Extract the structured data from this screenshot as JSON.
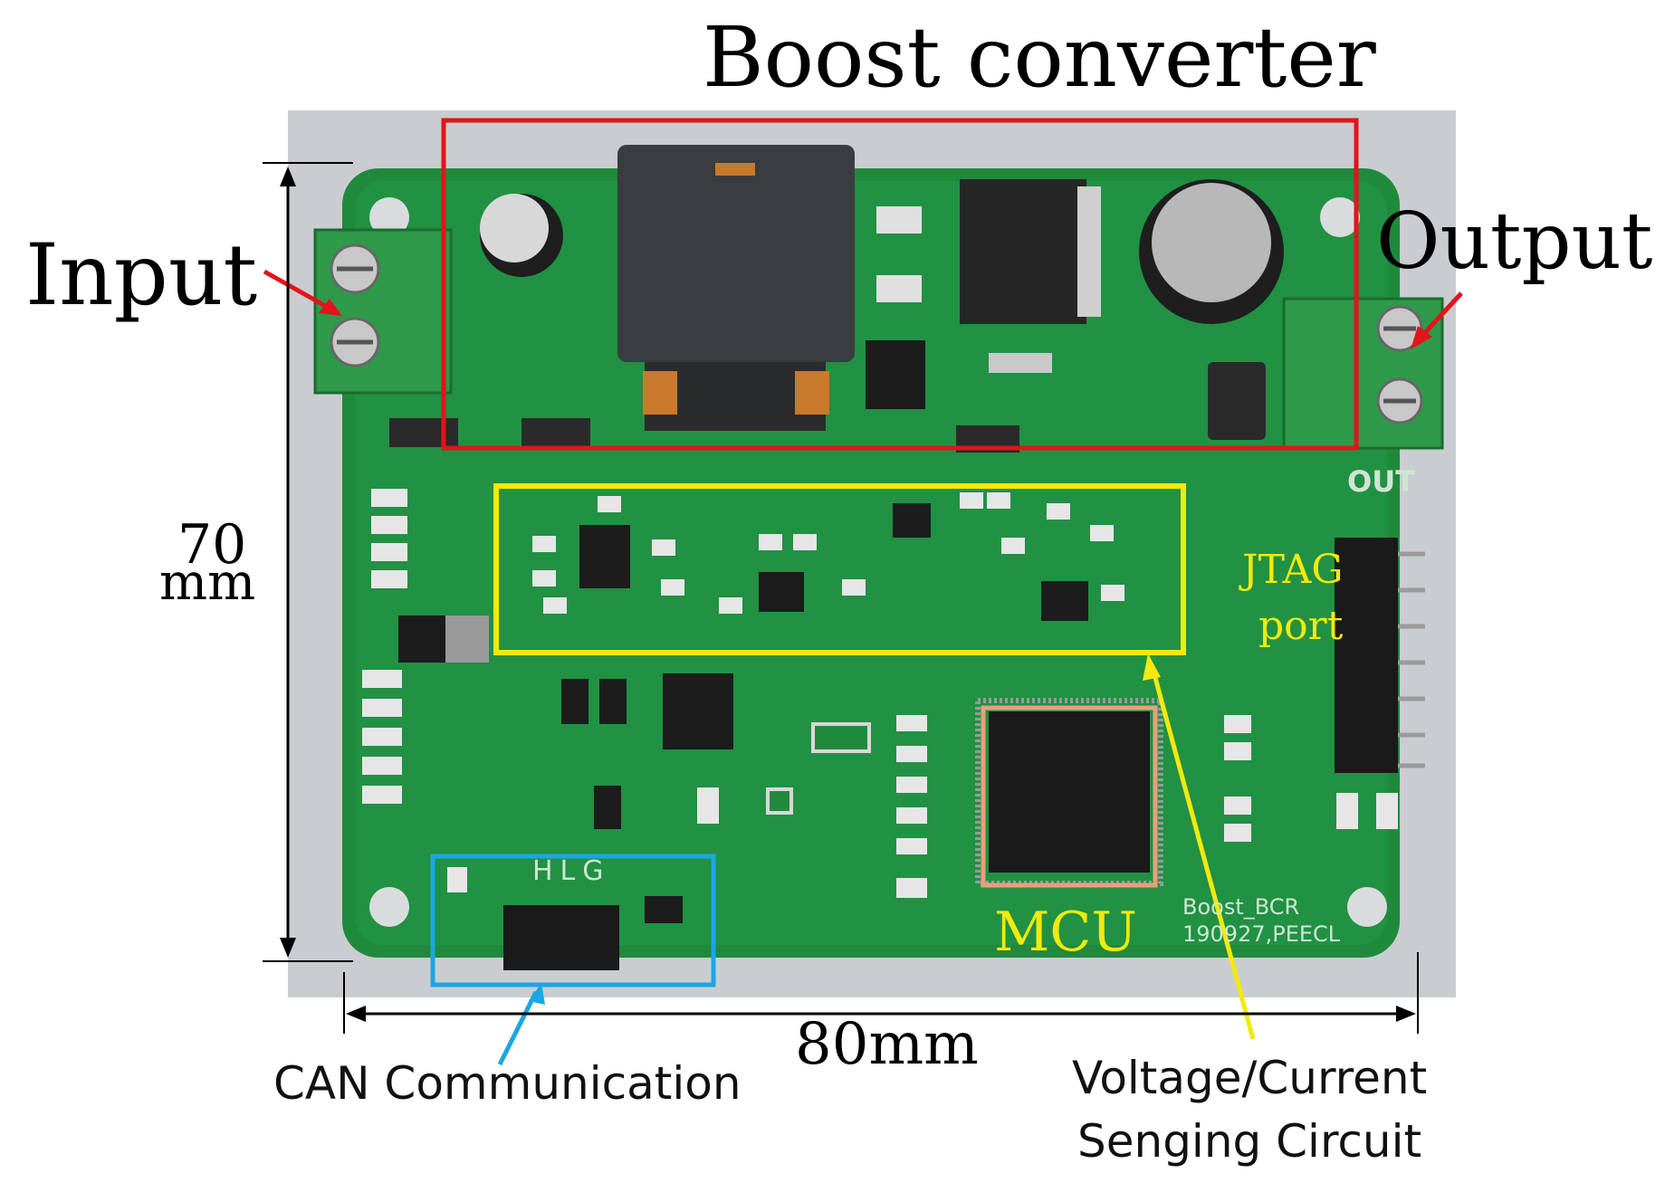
{
  "figure": {
    "title": "Boost converter",
    "labels": {
      "input": "Input",
      "output": "Output",
      "height_value": "70",
      "height_unit": "mm",
      "width": "80mm",
      "jtag_line1": "JTAG",
      "jtag_line2": "port",
      "mcu": "MCU",
      "can": "CAN Communication",
      "sensing_line1": "Voltage/Current",
      "sensing_line2": "Senging Circuit",
      "board_silk_line1": "Boost_BCR",
      "board_silk_line2": "190927,PEECL",
      "silk_out": "OUT",
      "silk_hlg": "HLG"
    },
    "colors": {
      "board": "#1f8a3c",
      "boost_box": "#e3141b",
      "sensing_box": "#f2ea0c",
      "can_box": "#1aa6e6",
      "mcu_box": "#e8a07c",
      "arrow_red": "#e3141b",
      "arrow_yellow": "#f2ea0c",
      "arrow_blue": "#1aa6e6"
    }
  }
}
